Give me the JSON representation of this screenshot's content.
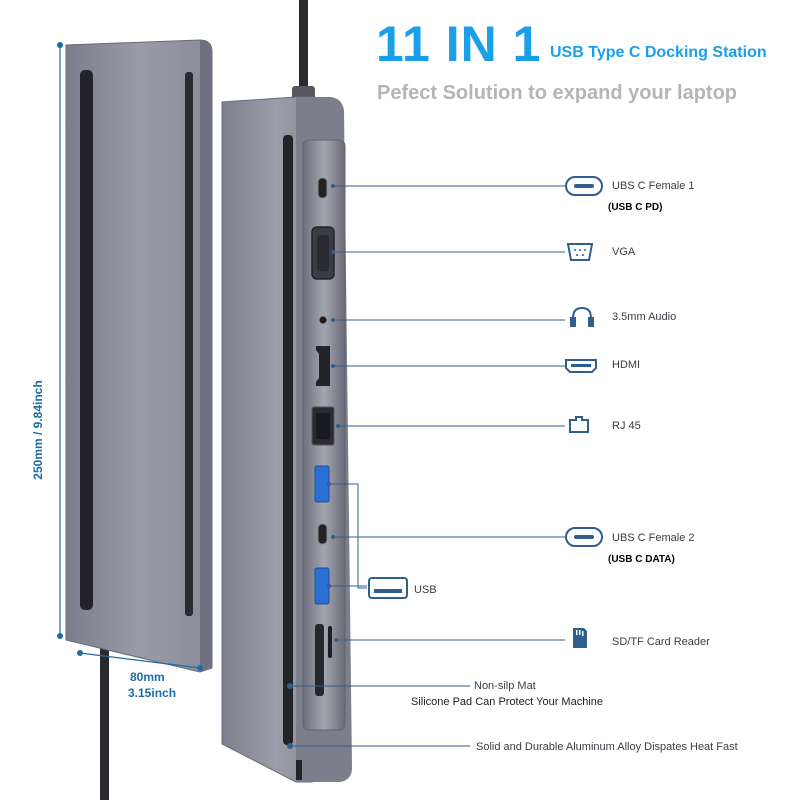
{
  "title": {
    "main": "11 IN 1",
    "sub": "USB Type C Docking Station",
    "tagline": "Pefect Solution to expand your laptop"
  },
  "dimensions": {
    "length": "250mm / 9.84inch",
    "width_mm": "80mm",
    "width_in": "3.15inch"
  },
  "ports": [
    {
      "label": "UBS C Female 1",
      "note": "(USB C PD)",
      "icon": "usb-c-icon"
    },
    {
      "label": "VGA",
      "note": "",
      "icon": "vga-icon"
    },
    {
      "label": "3.5mm Audio",
      "note": "",
      "icon": "headphones-icon"
    },
    {
      "label": "HDMI",
      "note": "",
      "icon": "hdmi-icon"
    },
    {
      "label": "RJ 45",
      "note": "",
      "icon": "ethernet-icon"
    },
    {
      "label": "UBS C Female 2",
      "note": "(USB C DATA)",
      "icon": "usb-c-icon"
    },
    {
      "label": "USB",
      "note": "",
      "icon": "usb-a-icon"
    },
    {
      "label": "SD/TF Card Reader",
      "note": "",
      "icon": "sd-card-icon"
    }
  ],
  "features": [
    {
      "label": "Non-silp Mat",
      "detail": "Silicone Pad Can Protect Your Machine"
    },
    {
      "label": "Solid and Durable Aluminum Alloy Dispates Heat Fast",
      "detail": ""
    }
  ],
  "colors": {
    "accent": "#1aa0ea",
    "tagline": "#b5b5b5",
    "dimension": "#1f6ca3",
    "callout": "#2f5f8c",
    "aluminum": "#8a8a98"
  }
}
